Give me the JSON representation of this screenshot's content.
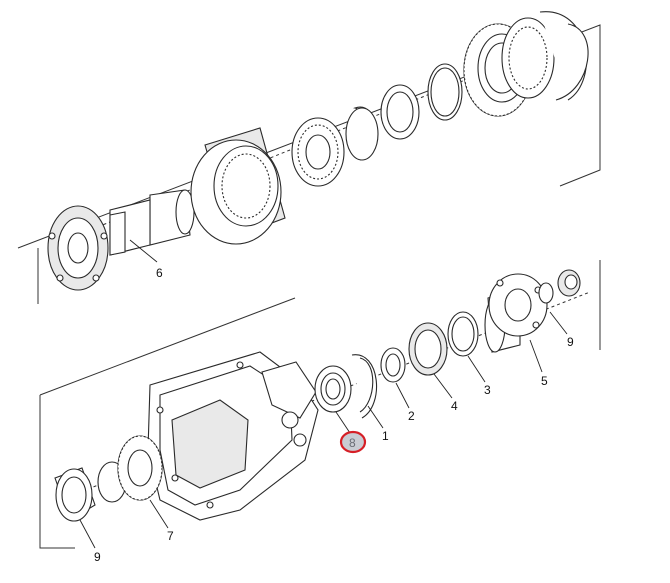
{
  "callouts": [
    {
      "label": "6"
    },
    {
      "label": "9"
    },
    {
      "label": "5"
    },
    {
      "label": "3"
    },
    {
      "label": "4"
    },
    {
      "label": "2"
    },
    {
      "label": "1"
    },
    {
      "label": "8",
      "highlighted": true
    },
    {
      "label": "7"
    },
    {
      "label": "9"
    }
  ],
  "colors": {
    "highlight_ring": "#d61f26",
    "highlight_fill": "#c9ccd3",
    "line": "#2a2a2a"
  }
}
